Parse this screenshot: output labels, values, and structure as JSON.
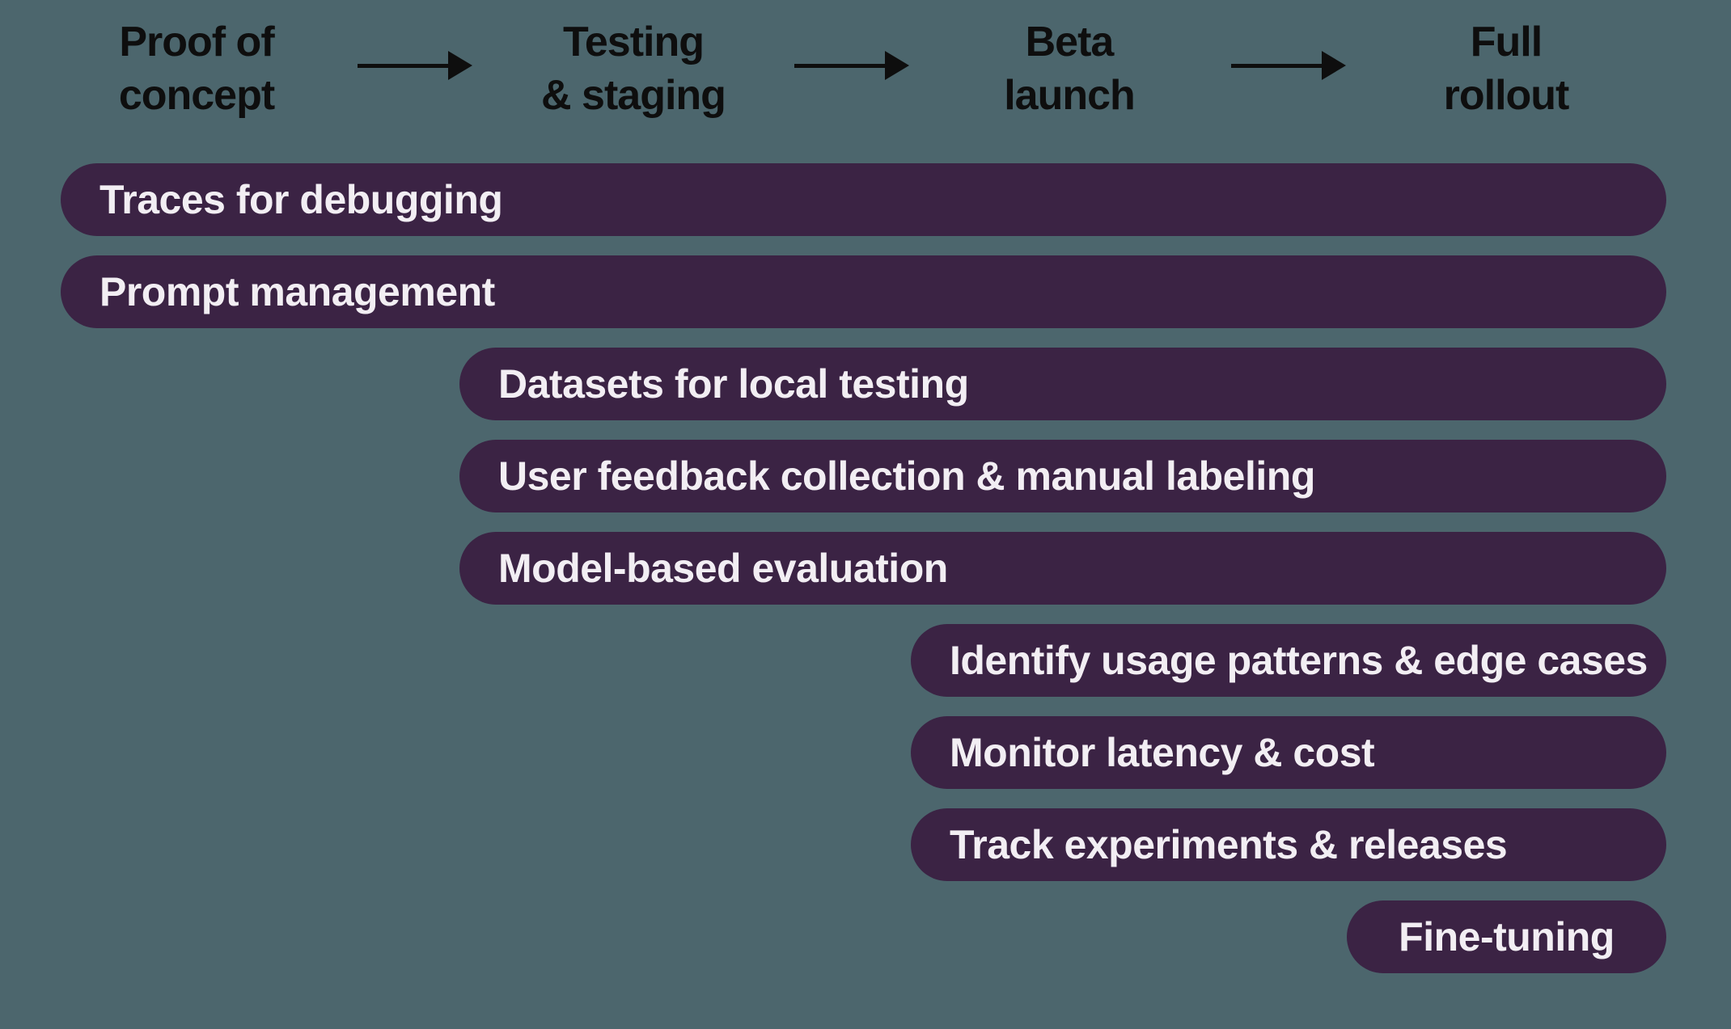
{
  "colors": {
    "background": "#4c666d",
    "bar": "#3b2344",
    "bar_text": "#f2eef3",
    "header_text": "#0e0e0e"
  },
  "stages": [
    {
      "label": "Proof of\nconcept"
    },
    {
      "label": "Testing\n& staging"
    },
    {
      "label": "Beta\nlaunch"
    },
    {
      "label": "Full\nrollout"
    }
  ],
  "bars": [
    {
      "label": "Traces for debugging",
      "start_stage": "Proof of concept",
      "end_stage": "Full rollout"
    },
    {
      "label": "Prompt management",
      "start_stage": "Proof of concept",
      "end_stage": "Full rollout"
    },
    {
      "label": "Datasets for local testing",
      "start_stage": "Testing & staging",
      "end_stage": "Full rollout"
    },
    {
      "label": "User feedback collection & manual labeling",
      "start_stage": "Testing & staging",
      "end_stage": "Full rollout"
    },
    {
      "label": "Model-based evaluation",
      "start_stage": "Testing & staging",
      "end_stage": "Full rollout"
    },
    {
      "label": "Identify usage patterns & edge cases",
      "start_stage": "Beta launch",
      "end_stage": "Full rollout"
    },
    {
      "label": "Monitor latency & cost",
      "start_stage": "Beta launch",
      "end_stage": "Full rollout"
    },
    {
      "label": "Track experiments & releases",
      "start_stage": "Beta launch",
      "end_stage": "Full rollout"
    },
    {
      "label": "Fine-tuning",
      "start_stage": "Full rollout",
      "end_stage": "Full rollout"
    }
  ]
}
